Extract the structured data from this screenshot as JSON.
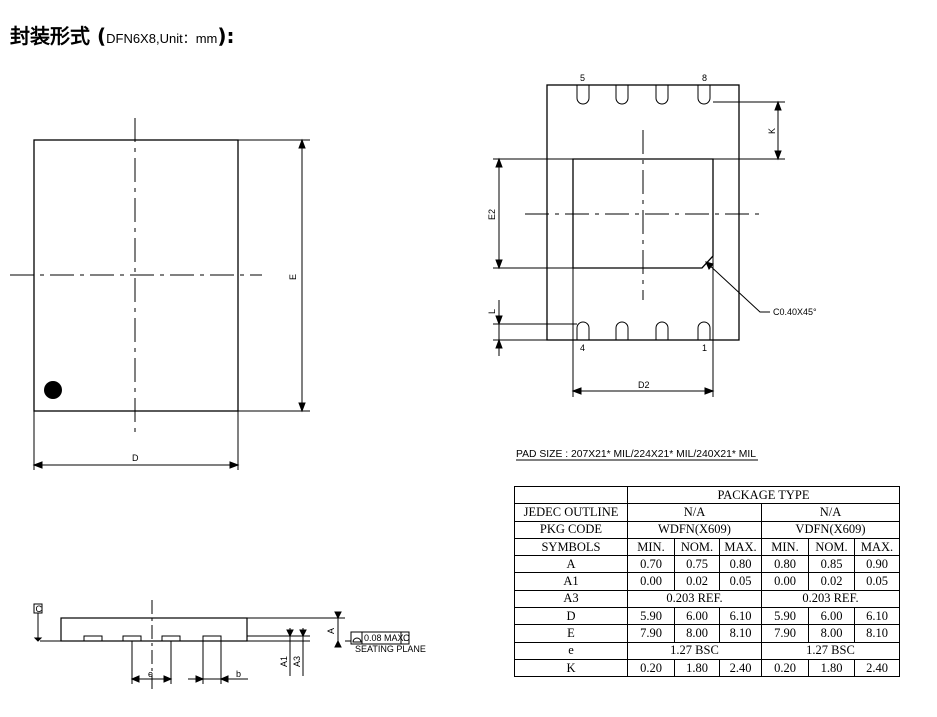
{
  "title": {
    "main": "封装形式",
    "open": "(",
    "sub": "DFN6X8,Unit：mm",
    "close": "):"
  },
  "labels": {
    "D": "D",
    "E": "E",
    "E2": "E2",
    "D2": "D2",
    "K": "K",
    "L": "L",
    "chamfer": "C0.40X45°",
    "pin5": "5",
    "pin8": "8",
    "pin4": "4",
    "pin1": "1",
    "C": "C",
    "e": "e",
    "b": "b",
    "A": "A",
    "A1": "A1",
    "A3": "A3",
    "flatness": "0.08 MAX.",
    "flatness_ref": "C",
    "seating": "SEATING PLANE"
  },
  "pad_size": "PAD SIZE : 207X21* MIL/224X21* MIL/240X21* MIL",
  "table": {
    "package_type": "PACKAGE TYPE",
    "jedec": {
      "label": "JEDEC OUTLINE",
      "a": "N/A",
      "b": "N/A"
    },
    "pkg": {
      "label": "PKG CODE",
      "a": "WDFN(X609)",
      "b": "VDFN(X609)"
    },
    "symbols": {
      "label": "SYMBOLS",
      "cols": [
        "MIN.",
        "NOM.",
        "MAX.",
        "MIN.",
        "NOM.",
        "MAX."
      ]
    },
    "rows": [
      {
        "sym": "A",
        "v": [
          "0.70",
          "0.75",
          "0.80",
          "0.80",
          "0.85",
          "0.90"
        ]
      },
      {
        "sym": "A1",
        "v": [
          "0.00",
          "0.02",
          "0.05",
          "0.00",
          "0.02",
          "0.05"
        ]
      },
      {
        "sym": "A3",
        "span": [
          "0.203 REF.",
          "0.203 REF."
        ]
      },
      {
        "sym": "D",
        "v": [
          "5.90",
          "6.00",
          "6.10",
          "5.90",
          "6.00",
          "6.10"
        ]
      },
      {
        "sym": "E",
        "v": [
          "7.90",
          "8.00",
          "8.10",
          "7.90",
          "8.00",
          "8.10"
        ]
      },
      {
        "sym": "e",
        "span": [
          "1.27 BSC",
          "1.27 BSC"
        ]
      },
      {
        "sym": "K",
        "v": [
          "0.20",
          "1.80",
          "2.40",
          "0.20",
          "1.80",
          "2.40"
        ]
      }
    ]
  }
}
